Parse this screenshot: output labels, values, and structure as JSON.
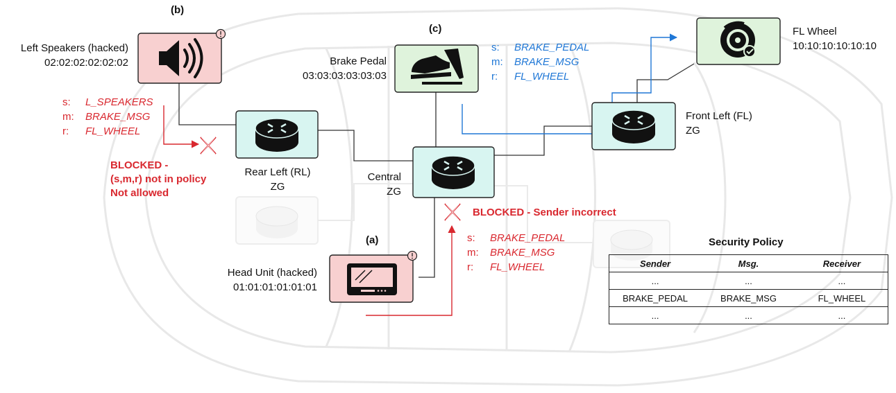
{
  "colors": {
    "hacked_fill": "#f8d0d0",
    "node_fill": "#dff3dc",
    "router_fill": "#d8f5f1",
    "blocked_red": "#d9282f",
    "allowed_blue": "#1f77d6",
    "faint_gray": "#e6e6e6"
  },
  "tags": {
    "a": "(a)",
    "b": "(b)",
    "c": "(c)"
  },
  "nodes": {
    "left_speakers": {
      "name": "Left Speakers (hacked)",
      "mac": "02:02:02:02:02:02",
      "icon": "speaker-icon"
    },
    "brake_pedal": {
      "name": "Brake Pedal",
      "mac": "03:03:03:03:03:03",
      "icon": "brake-pedal-icon"
    },
    "fl_wheel": {
      "name": "FL Wheel",
      "mac": "10:10:10:10:10:10",
      "icon": "wheel-brake-icon"
    },
    "head_unit": {
      "name": "Head Unit (hacked)",
      "mac": "01:01:01:01:01:01",
      "icon": "tablet-icon"
    }
  },
  "zones": {
    "rear_left": {
      "line1": "Rear Left (RL)",
      "line2": "ZG"
    },
    "central": {
      "line1": "Central",
      "line2": "ZG"
    },
    "front_left": {
      "line1": "Front Left (FL)",
      "line2": "ZG"
    }
  },
  "messages": {
    "b": {
      "s_key": "s:",
      "s": "L_SPEAKERS",
      "m_key": "m:",
      "m": "BRAKE_MSG",
      "r_key": "r:",
      "r": "FL_WHEEL"
    },
    "c": {
      "s_key": "s:",
      "s": "BRAKE_PEDAL",
      "m_key": "m:",
      "m": "BRAKE_MSG",
      "r_key": "r:",
      "r": "FL_WHEEL"
    },
    "a": {
      "s_key": "s:",
      "s": "BRAKE_PEDAL",
      "m_key": "m:",
      "m": "BRAKE_MSG",
      "r_key": "r:",
      "r": "FL_WHEEL"
    }
  },
  "blocked": {
    "b_line1": "BLOCKED -",
    "b_line2": "(s,m,r) not in policy",
    "b_line3": "Not allowed",
    "a": "BLOCKED - Sender incorrect"
  },
  "policy": {
    "title": "Security Policy",
    "headers": [
      "Sender",
      "Msg.",
      "Receiver"
    ],
    "rows": [
      [
        "...",
        "...",
        "..."
      ],
      [
        "BRAKE_PEDAL",
        "BRAKE_MSG",
        "FL_WHEEL"
      ],
      [
        "...",
        "...",
        "..."
      ]
    ]
  }
}
